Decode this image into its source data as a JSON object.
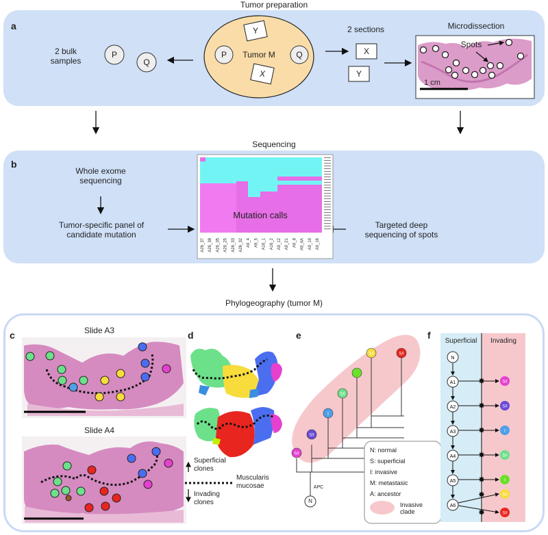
{
  "titles": {
    "prep": "Tumor preparation",
    "seq": "Sequencing",
    "phylo": "Phylogeography (tumor M)"
  },
  "panel_a": {
    "label": "a",
    "bulk": "2 bulk\nsamples",
    "tumor": "Tumor M",
    "P": "P",
    "Q": "Q",
    "X": "X",
    "Y": "Y",
    "sections": "2 sections",
    "microdissection": "Microdissection",
    "spots": "Spots",
    "scale": "1 cm"
  },
  "panel_b": {
    "label": "b",
    "wes": "Whole exome\nsequencing",
    "panel": "Tumor-specific panel of\ncandidate mutation",
    "calls": "Mutation calls",
    "targeted": "Targeted deep\nsequencing of spots",
    "sample_labels": [
      "A26_37",
      "A26_38",
      "A26_35",
      "A26_25",
      "A26_33",
      "A26_32",
      "A9_4",
      "A9_5",
      "A16_1",
      "A16_2",
      "A9_12",
      "A9_21",
      "A9_8",
      "A9_4A",
      "A9_19",
      "A9_16"
    ]
  },
  "panel_c": {
    "label": "c",
    "slide1": "Slide A3",
    "slide2": "Slide A4"
  },
  "panel_d": {
    "label": "d",
    "sup": "Superficial\nclones",
    "musc": "Muscularis\nmucosae",
    "inv": "Invading\nclones"
  },
  "panel_e": {
    "label": "e",
    "node_labels": [
      "S/I",
      "S/I",
      "I",
      "S/I",
      "",
      "S/I",
      "S/I"
    ],
    "apc": "APC",
    "N": "N",
    "legend": [
      "N: normal",
      "S: superficial",
      "I: invasive",
      "M: metastasic",
      "A: ancestor"
    ],
    "legend_clade": "Invasive\nclade"
  },
  "panel_f": {
    "label": "f",
    "superficial": "Superficial",
    "invading": "Invading",
    "ancestors": [
      "N",
      "A1",
      "A2",
      "A3",
      "A4",
      "A5",
      "A6"
    ],
    "clones": [
      "S/I",
      "S/I",
      "I",
      "S/I",
      "I",
      "S/I",
      "S/I"
    ]
  },
  "colors": {
    "panel_bg": "#cfe0f7",
    "tumor_fill": "#f9dca8",
    "tissue": "#d58bc0",
    "magenta": "#e640d0",
    "cyan": "#72f4f4",
    "green": "#6de08a",
    "yellow": "#f7dc3b",
    "red": "#e8251f",
    "blue": "#4b6ef0",
    "purple": "#6a4bd6",
    "pink_clade": "#f6c8cc",
    "lightblue": "#d6ecf6"
  }
}
